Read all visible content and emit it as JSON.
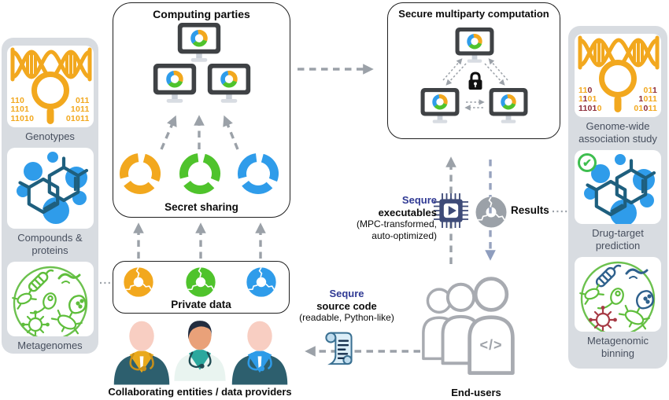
{
  "colors": {
    "yellow": "#F2A81E",
    "green": "#4FC32C",
    "blue": "#2F9CEA",
    "navy": "#303A94",
    "maroon": "#8C2B38",
    "arrow": "#9BA1A8",
    "arrow_blue": "#8E9DBE",
    "panel": "#D8DCE1",
    "label": "#474F5E",
    "monitor": "#3F4245",
    "chip": "#3E4B78",
    "ring_green": "#6CC14E",
    "microbe_green": "#5FBE3C",
    "microbe_blue": "#2E608C",
    "microbe_red": "#A73A45",
    "check_green": "#3EBE4F",
    "molecule_stroke": "#1E5F7E"
  },
  "left_panel": {
    "items": [
      {
        "label": "Genotypes"
      },
      {
        "label": "Compounds & proteins"
      },
      {
        "label": "Metagenomes"
      }
    ]
  },
  "right_panel": {
    "items": [
      {
        "label": "Genome-wide association study"
      },
      {
        "label": "Drug-target prediction"
      },
      {
        "label": "Metagenomic binning"
      }
    ]
  },
  "boxes": {
    "computing_parties": {
      "title": "Computing parties",
      "secret_label": "Secret sharing"
    },
    "secure_mpc": {
      "title": "Secure multiparty computation"
    },
    "private_data": {
      "label": "Private data"
    }
  },
  "labels": {
    "collaborators": "Collaborating entities / data providers",
    "end_users": "End-users",
    "results": "Results",
    "code_glyph": "</>",
    "check_glyph": "✔"
  },
  "executables": {
    "brand": "Sequre",
    "name": "executables",
    "note1": "(MPC-transformed,",
    "note2": "auto-optimized)"
  },
  "source_code": {
    "brand": "Sequre",
    "name": "source code",
    "note": "(readable, Python-like)"
  },
  "genotype_bits": {
    "left": [
      "110",
      "1101",
      "11010"
    ],
    "right": [
      "011",
      "1011",
      "01011"
    ]
  },
  "gwas_bits": {
    "left": [
      [
        [
          "11",
          0
        ],
        [
          "0",
          1
        ]
      ],
      [
        [
          "1",
          0
        ],
        [
          "1",
          1
        ],
        [
          "01",
          0
        ]
      ],
      [
        [
          "1101",
          1
        ],
        [
          "0",
          0
        ]
      ]
    ],
    "right": [
      [
        [
          "01",
          0
        ],
        [
          "1",
          1
        ]
      ],
      [
        [
          "1",
          1
        ],
        [
          "011",
          0
        ]
      ],
      [
        [
          "01",
          0
        ],
        [
          "0",
          1
        ],
        [
          "11",
          0
        ]
      ]
    ]
  }
}
